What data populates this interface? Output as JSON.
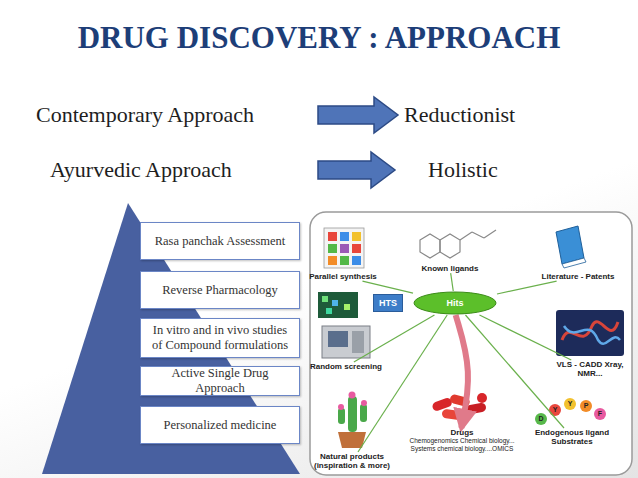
{
  "diagram": {
    "title": "DRUG DISCOVERY : APPROACH",
    "nodes": [
      {
        "text": [
          "Contemporary Approach"
        ]
      },
      {
        "text": [
          "Reductionist"
        ]
      },
      {
        "text": [
          "Ayurvedic Approach"
        ]
      },
      {
        "text": [
          "Holistic"
        ]
      },
      {
        "text": [
          "Rasa panchak Assessment"
        ]
      },
      {
        "text": [
          "Reverse Pharmacology"
        ]
      },
      {
        "text": [
          "In vitro and in vivo studies of Compound formulations"
        ]
      },
      {
        "text": [
          "Active Single Drug Approach"
        ]
      },
      {
        "text": [
          "Personalized medicine"
        ]
      },
      {
        "text": [
          "Hits"
        ]
      },
      {
        "text": [
          "Parallel synthesis"
        ]
      },
      {
        "text": [
          "Known ligands"
        ]
      },
      {
        "text": [
          "Literature - Patents"
        ]
      },
      {
        "text": [
          "HTS"
        ]
      },
      {
        "text": [
          "Random screening"
        ]
      },
      {
        "text": [
          "VLS - CADD Xray, NMR..."
        ]
      },
      {
        "text": [
          "Natural products (inspiration & more)"
        ]
      },
      {
        "text": [
          "Drugs",
          "Chemogenomics Chemical biology... Systems chemical biology....OMICS"
        ]
      },
      {
        "text": [
          "Endogenous ligand Substrates"
        ]
      }
    ],
    "edges": [
      {
        "from": 0,
        "to": 1,
        "arrow": "to"
      },
      {
        "from": 2,
        "to": 3,
        "arrow": "to"
      },
      {
        "from": 10,
        "to": 9,
        "arrow": "none"
      },
      {
        "from": 11,
        "to": 9,
        "arrow": "none"
      },
      {
        "from": 12,
        "to": 9,
        "arrow": "none"
      },
      {
        "from": 14,
        "to": 9,
        "arrow": "none"
      },
      {
        "from": 15,
        "to": 9,
        "arrow": "none"
      },
      {
        "from": 16,
        "to": 9,
        "arrow": "none"
      },
      {
        "from": 18,
        "to": 9,
        "arrow": "none"
      },
      {
        "from": 9,
        "to": 17,
        "arrow": "to"
      }
    ],
    "labels": [
      "D",
      "Y",
      "Y",
      "P",
      "F"
    ]
  }
}
